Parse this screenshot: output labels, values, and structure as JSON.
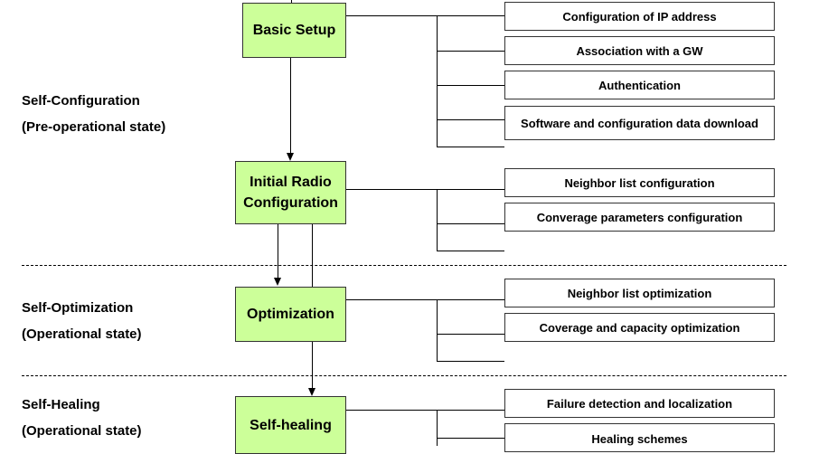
{
  "phases": [
    {
      "title": "Self-Configuration",
      "subtitle": "(Pre-operational state)"
    },
    {
      "title": "Self-Optimization",
      "subtitle": "(Operational state)"
    },
    {
      "title": "Self-Healing",
      "subtitle": "(Operational state)"
    }
  ],
  "stages": [
    {
      "line1": "Basic Setup"
    },
    {
      "line1": "Initial Radio",
      "line2": "Configuration"
    },
    {
      "line1": "Optimization"
    },
    {
      "line1": "Self-healing"
    }
  ],
  "tasks": {
    "basic_setup": [
      "Configuration of IP address",
      "Association with a GW",
      "Authentication",
      "Software and configuration data download"
    ],
    "initial_radio": [
      "Neighbor list configuration",
      "Converage parameters configuration"
    ],
    "optimization": [
      "Neighbor list optimization",
      "Coverage and capacity optimization"
    ],
    "self_healing": [
      "Failure detection and localization",
      "Healing schemes"
    ]
  },
  "colors": {
    "stage_fill": "#ccff99",
    "box_border": "#333333",
    "line": "#000000"
  }
}
